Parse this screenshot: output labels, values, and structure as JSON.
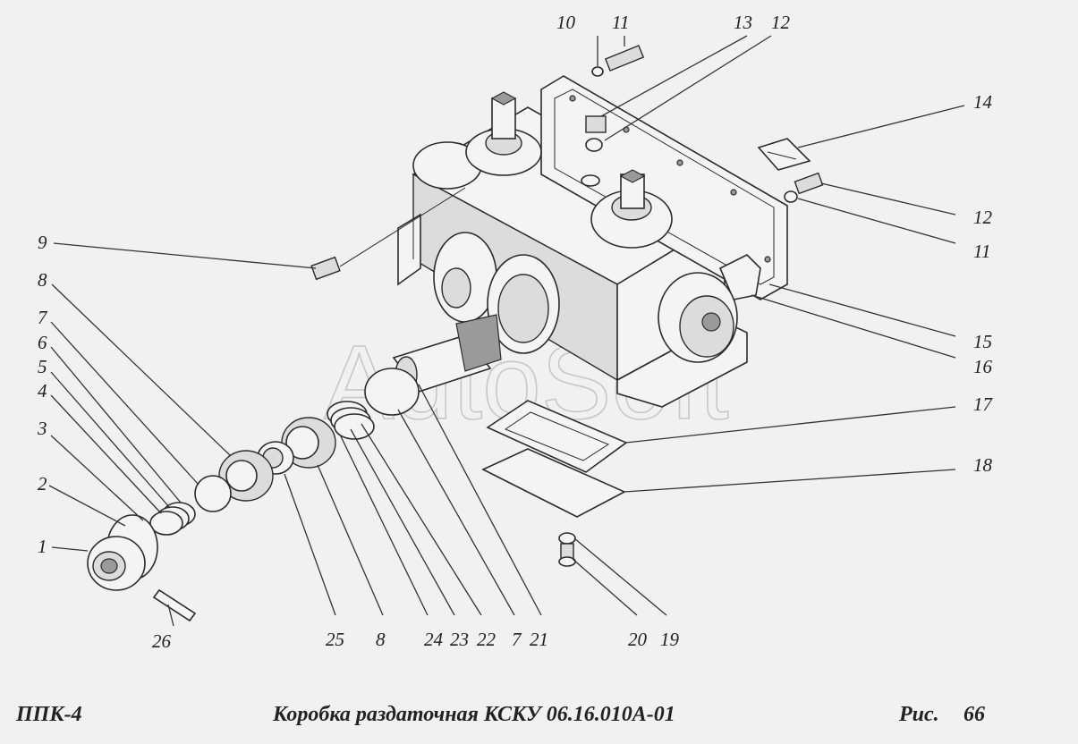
{
  "watermark": "AutoSoft",
  "footer": {
    "model": "ППК-4",
    "title": "Коробка раздаточная КСКУ 06.16.010А-01",
    "figure_label": "Рис.",
    "figure_number": "66"
  },
  "callouts": {
    "c1": "1",
    "c2": "2",
    "c3": "3",
    "c4": "4",
    "c5": "5",
    "c6": "6",
    "c7a": "7",
    "c7b": "7",
    "c8a": "8",
    "c8b": "8",
    "c9": "9",
    "c10": "10",
    "c11a": "11",
    "c11b": "11",
    "c12a": "12",
    "c12b": "12",
    "c13": "13",
    "c14": "14",
    "c15": "15",
    "c16": "16",
    "c17": "17",
    "c18": "18",
    "c19": "19",
    "c20": "20",
    "c21": "21",
    "c22": "22",
    "c23": "23",
    "c24": "24",
    "c25": "25",
    "c26": "26"
  }
}
